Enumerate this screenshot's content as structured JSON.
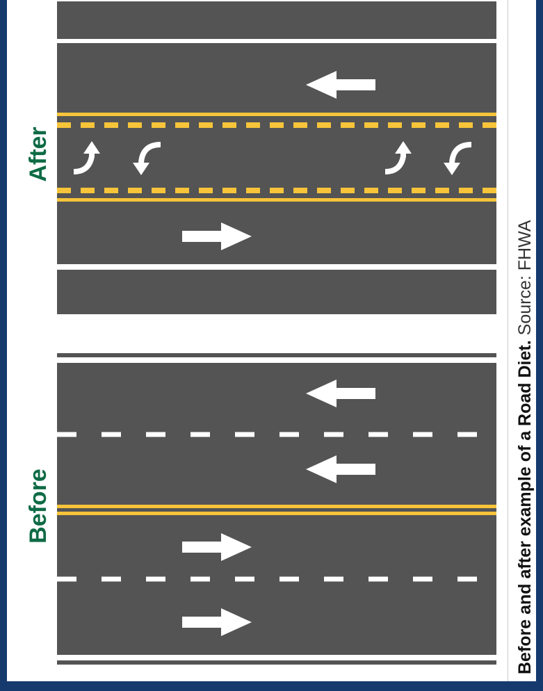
{
  "labels": {
    "after": "After",
    "before": "Before"
  },
  "caption": {
    "bold": "Before and after example of a Road Diet.",
    "source": " Source: FHWA"
  },
  "colors": {
    "asphalt": "#545454",
    "yellow_marking": "#f7c43a",
    "white_marking": "#ffffff",
    "label_green": "#0e6b45",
    "border_blue": "#16396e"
  },
  "icons": [
    "arrow-left-icon",
    "arrow-right-icon",
    "u-turn-icon",
    "left-turn-icon"
  ]
}
